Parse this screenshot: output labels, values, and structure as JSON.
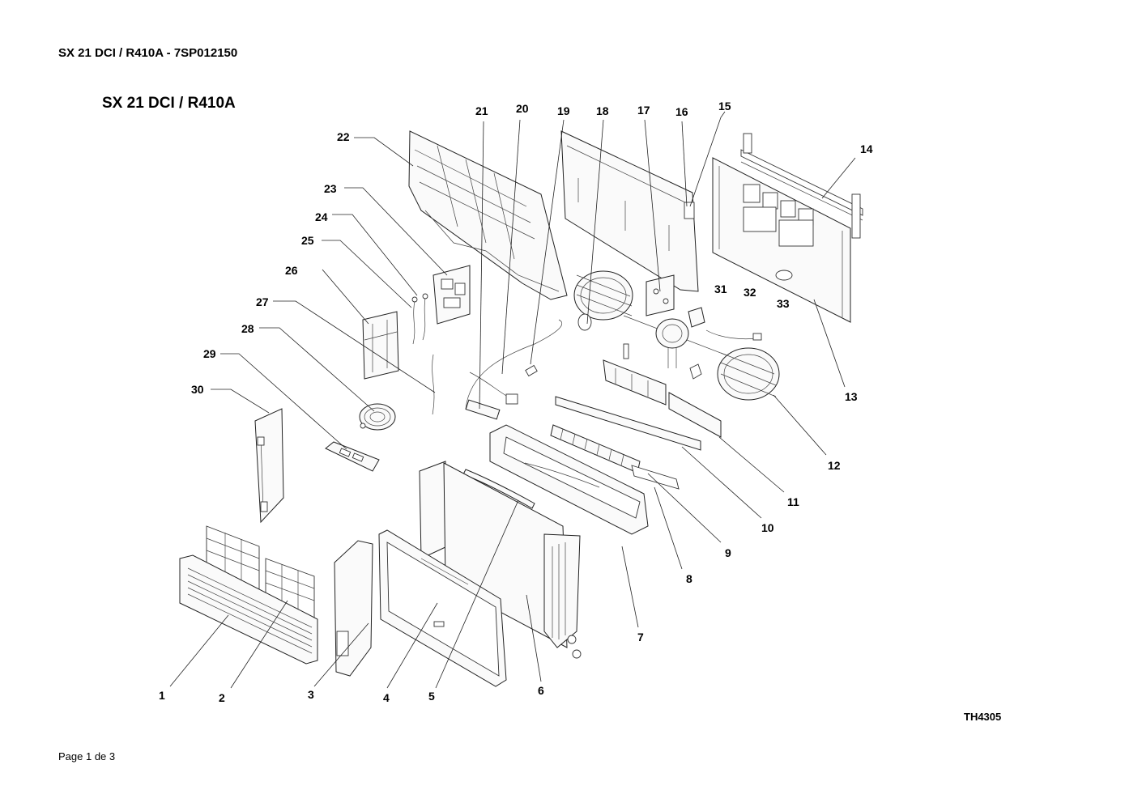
{
  "header": {
    "document_title": "SX 21 DCI / R410A - 7SP012150"
  },
  "diagram": {
    "title": "SX 21 DCI / R410A",
    "reference_code": "TH4305",
    "callouts": [
      "1",
      "2",
      "3",
      "4",
      "5",
      "6",
      "7",
      "8",
      "9",
      "10",
      "11",
      "12",
      "13",
      "14",
      "15",
      "16",
      "17",
      "18",
      "19",
      "20",
      "21",
      "22",
      "23",
      "24",
      "25",
      "26",
      "27",
      "28",
      "29",
      "30",
      "31",
      "32",
      "33"
    ]
  },
  "footer": {
    "page_label": "Page 1 de 3"
  }
}
